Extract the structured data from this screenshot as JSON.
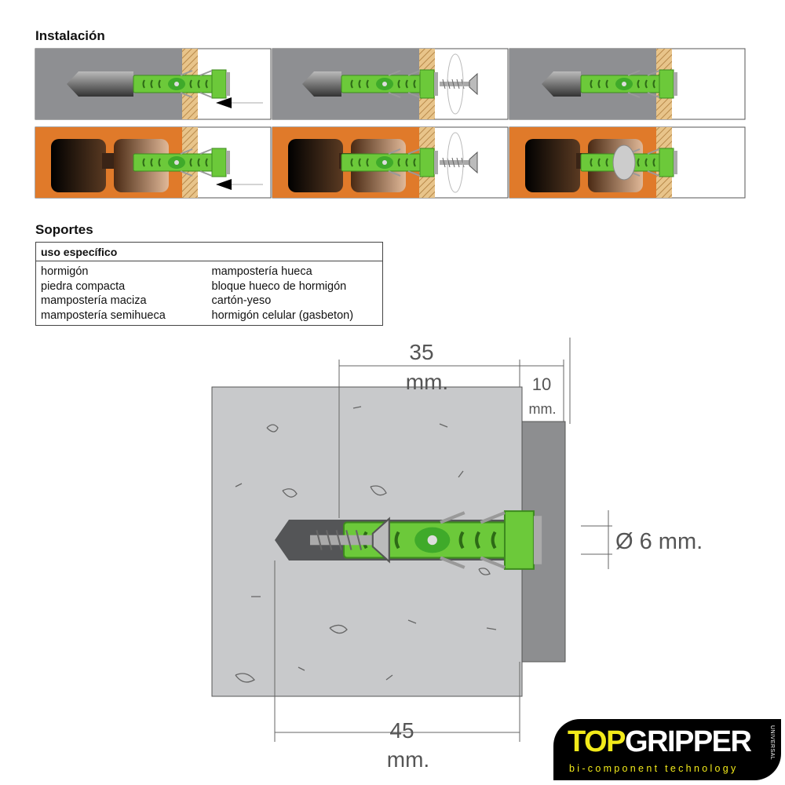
{
  "installation": {
    "title": "Instalación"
  },
  "supports": {
    "title": "Soportes",
    "table_header": "uso específico",
    "col1": [
      "hormigón",
      "piedra compacta",
      "mampostería maciza",
      "mampostería semihueca"
    ],
    "col2": [
      "mampostería hueca",
      "bloque hueco de hormigón",
      "cartón-yeso",
      "hormigón celular (gasbeton)"
    ]
  },
  "dimensions": {
    "embed_depth": {
      "value": "35",
      "unit": "mm."
    },
    "fixture_thickness": {
      "value": "10",
      "unit": "mm."
    },
    "drill_depth": {
      "value": "45",
      "unit": "mm."
    },
    "diameter": "Ø 6 mm."
  },
  "logo": {
    "brand_top": "TOP",
    "brand_rest": "GRIPPER",
    "tag": "bi-component technology",
    "side": "UNIVERSAL"
  },
  "colors": {
    "dowel_green": "#6cc93a",
    "concrete": "#c8c9cb",
    "brick": "#e07a2a",
    "logo_yellow": "#f2ea1a"
  }
}
